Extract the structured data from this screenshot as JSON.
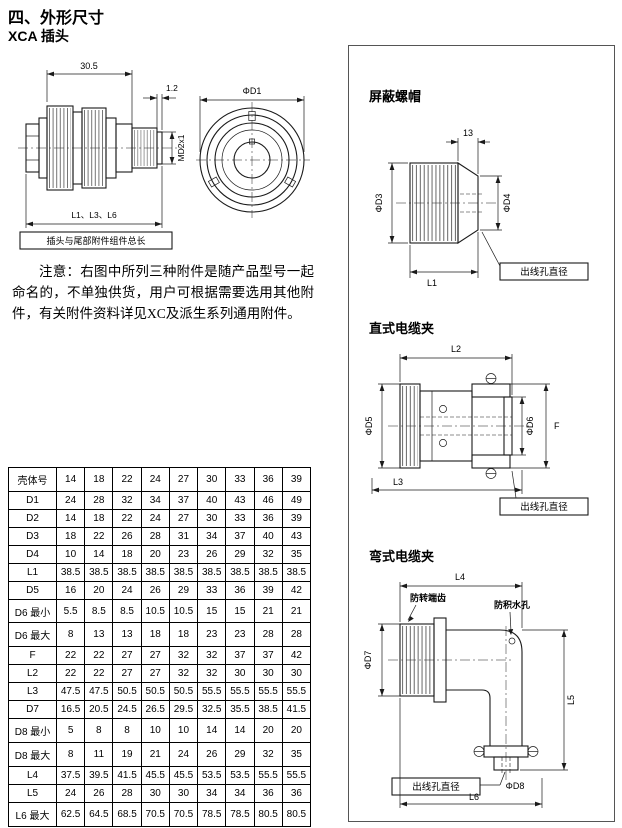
{
  "page": {
    "section_title": "四、外形尺寸",
    "subtitle": "XCA 插头"
  },
  "main_drawing": {
    "dim_width": "30.5",
    "dim_step": "1.2",
    "dim_thread": "MD2x1",
    "dim_front_dia": "ΦD1",
    "dim_lengths": "L1、L3、L6",
    "caption": "插头与尾部附件组件总长"
  },
  "note": {
    "text": "注意：右图中所列三种附件是随产品型号一起命名的，不单独供货，用户可根据需要选用其他附件，有关附件资料详见XC及派生系列通用附件。"
  },
  "panel": {
    "shield_nut": {
      "title": "屏蔽螺帽",
      "dim_13": "13",
      "dim_d3": "ΦD3",
      "dim_d4": "ΦD4",
      "dim_l1": "L1",
      "outlet_label": "出线孔直径"
    },
    "straight_clamp": {
      "title": "直式电缆夹",
      "dim_l2": "L2",
      "dim_d5": "ΦD5",
      "dim_d6": "ΦD6",
      "dim_f": "F",
      "dim_l3": "L3",
      "outlet_label": "出线孔直径"
    },
    "bent_clamp": {
      "title": "弯式电缆夹",
      "dim_l4": "L4",
      "label_teeth": "防转端齿",
      "label_drain": "防积水孔",
      "dim_d7": "ΦD7",
      "dim_l5": "L5",
      "dim_d8": "ΦD8",
      "dim_l6": "L6",
      "outlet_label": "出线孔直径"
    }
  },
  "table": {
    "header": [
      "壳体号",
      "14",
      "18",
      "22",
      "24",
      "27",
      "30",
      "33",
      "36",
      "39"
    ],
    "rows": [
      {
        "label": "D1",
        "values": [
          "24",
          "28",
          "32",
          "34",
          "37",
          "40",
          "43",
          "46",
          "49"
        ]
      },
      {
        "label": "D2",
        "values": [
          "14",
          "18",
          "22",
          "24",
          "27",
          "30",
          "33",
          "36",
          "39"
        ]
      },
      {
        "label": "D3",
        "values": [
          "18",
          "22",
          "26",
          "28",
          "31",
          "34",
          "37",
          "40",
          "43"
        ]
      },
      {
        "label": "D4",
        "values": [
          "10",
          "14",
          "18",
          "20",
          "23",
          "26",
          "29",
          "32",
          "35"
        ]
      },
      {
        "label": "L1",
        "values": [
          "38.5",
          "38.5",
          "38.5",
          "38.5",
          "38.5",
          "38.5",
          "38.5",
          "38.5",
          "38.5"
        ]
      },
      {
        "label": "D5",
        "values": [
          "16",
          "20",
          "24",
          "26",
          "29",
          "33",
          "36",
          "39",
          "42"
        ]
      },
      {
        "label": "D6 最小",
        "values": [
          "5.5",
          "8.5",
          "8.5",
          "10.5",
          "10.5",
          "15",
          "15",
          "21",
          "21"
        ]
      },
      {
        "label": "D6 最大",
        "values": [
          "8",
          "13",
          "13",
          "18",
          "18",
          "23",
          "23",
          "28",
          "28"
        ]
      },
      {
        "label": "F",
        "values": [
          "22",
          "22",
          "27",
          "27",
          "32",
          "32",
          "37",
          "37",
          "42"
        ]
      },
      {
        "label": "L2",
        "values": [
          "22",
          "22",
          "27",
          "27",
          "32",
          "32",
          "30",
          "30",
          "30"
        ]
      },
      {
        "label": "L3",
        "values": [
          "47.5",
          "47.5",
          "50.5",
          "50.5",
          "50.5",
          "55.5",
          "55.5",
          "55.5",
          "55.5"
        ]
      },
      {
        "label": "D7",
        "values": [
          "16.5",
          "20.5",
          "24.5",
          "26.5",
          "29.5",
          "32.5",
          "35.5",
          "38.5",
          "41.5"
        ]
      },
      {
        "label": "D8 最小",
        "values": [
          "5",
          "8",
          "8",
          "10",
          "10",
          "14",
          "14",
          "20",
          "20"
        ]
      },
      {
        "label": "D8 最大",
        "values": [
          "8",
          "11",
          "19",
          "21",
          "24",
          "26",
          "29",
          "32",
          "35"
        ]
      },
      {
        "label": "L4",
        "values": [
          "37.5",
          "39.5",
          "41.5",
          "45.5",
          "45.5",
          "53.5",
          "53.5",
          "55.5",
          "55.5"
        ]
      },
      {
        "label": "L5",
        "values": [
          "24",
          "26",
          "28",
          "30",
          "30",
          "34",
          "34",
          "36",
          "36"
        ]
      },
      {
        "label": "L6 最大",
        "values": [
          "62.5",
          "64.5",
          "68.5",
          "70.5",
          "70.5",
          "78.5",
          "78.5",
          "80.5",
          "80.5"
        ]
      }
    ]
  }
}
